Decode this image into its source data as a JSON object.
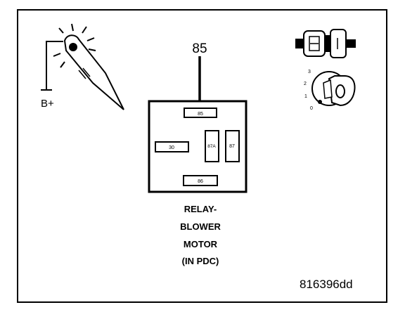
{
  "tester": {
    "battery_label": "B+"
  },
  "relay": {
    "pointer_label": "85",
    "terminals": {
      "t85": "85",
      "t30": "30",
      "t87a": "87A",
      "t87": "87",
      "t86": "86"
    }
  },
  "ignition": {
    "positions": [
      "3",
      "2",
      "1",
      "0"
    ]
  },
  "caption": {
    "lines": [
      "RELAY-",
      "BLOWER",
      "MOTOR",
      "(IN PDC)"
    ]
  },
  "figure_id": "816396dd"
}
